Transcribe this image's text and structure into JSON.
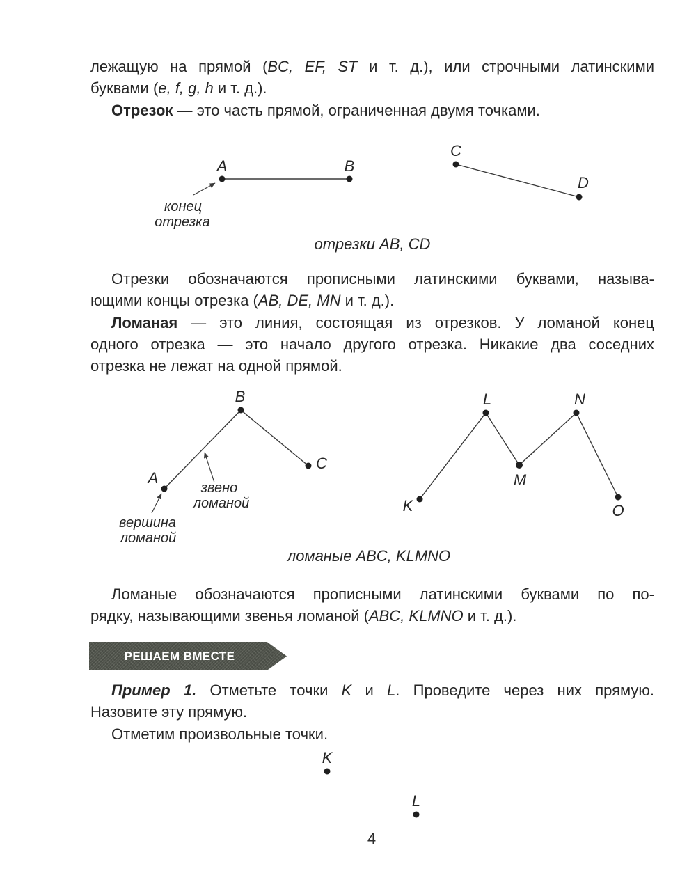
{
  "page": {
    "number": "4",
    "colors": {
      "text": "#262626",
      "line": "#3a3a3a",
      "dot": "#1f1f1f",
      "banner_bg": "#575b52",
      "banner_text": "#ffffff"
    }
  },
  "paragraphs": {
    "p1": {
      "line1": [
        {
          "t": "лежащую на прямой ("
        },
        {
          "t": "BC, EF, ST",
          "i": true
        },
        {
          "t": " и т. д.), или строчными латинскими"
        }
      ],
      "line2": [
        {
          "t": "буквами ("
        },
        {
          "t": "e, f, g, h",
          "i": true
        },
        {
          "t": " и т. д.)."
        }
      ]
    },
    "p2": {
      "line1": [
        {
          "t": "Отрезок",
          "b": true
        },
        {
          "t": " — это часть прямой, ограниченная двумя точками."
        }
      ]
    },
    "p3": {
      "line1": [
        {
          "t": "Отрезки обозначаются прописными латинскими буквами, называ-"
        }
      ],
      "line2": [
        {
          "t": "ющими концы отрезка ("
        },
        {
          "t": "AB, DE, MN",
          "i": true
        },
        {
          "t": " и т. д.)."
        }
      ]
    },
    "p4": {
      "line1": [
        {
          "t": "Ломаная",
          "b": true
        },
        {
          "t": " — это линия, состоящая из отрезков. У ломаной конец"
        }
      ],
      "line2": [
        {
          "t": "одного отрезка — это начало другого отрезка. Никакие два соседних"
        }
      ],
      "line3": [
        {
          "t": "отрезка не лежат на одной прямой."
        }
      ]
    },
    "p5": {
      "line1": [
        {
          "t": "Ломаные обозначаются прописными латинскими буквами по по-"
        }
      ],
      "line2": [
        {
          "t": "рядку, называющими звенья ломаной ("
        },
        {
          "t": "ABC, KLMNO",
          "i": true
        },
        {
          "t": " и т. д.)."
        }
      ]
    },
    "p6": {
      "line1": [
        {
          "t": "Пример 1.",
          "b": true,
          "i": true
        },
        {
          "t": " Отметьте точки "
        },
        {
          "t": "K",
          "i": true
        },
        {
          "t": " и "
        },
        {
          "t": "L",
          "i": true
        },
        {
          "t": ". Проведите через них прямую."
        }
      ],
      "line2": [
        {
          "t": "Назовите эту прямую."
        }
      ]
    },
    "p7": {
      "line1": [
        {
          "t": "Отметим произвольные точки."
        }
      ]
    }
  },
  "banner": {
    "label": "РЕШАЕМ ВМЕСТЕ"
  },
  "figure1": {
    "caption": "отрезки AB, CD",
    "labels": {
      "A": "A",
      "B": "B",
      "C": "C",
      "D": "D"
    },
    "annotation": {
      "line1": "конец",
      "line2": "отрезка"
    }
  },
  "figure2": {
    "caption": "ломаные ABC, KLMNO",
    "labels": {
      "A": "A",
      "B": "B",
      "C": "C",
      "K": "K",
      "L": "L",
      "M": "M",
      "N": "N",
      "O": "O"
    },
    "annotations": {
      "zveno": {
        "line1": "звено",
        "line2": "ломаной"
      },
      "vershina": {
        "line1": "вершина",
        "line2": "ломаной"
      }
    }
  },
  "figure3": {
    "labels": {
      "K": "K",
      "L": "L"
    }
  }
}
